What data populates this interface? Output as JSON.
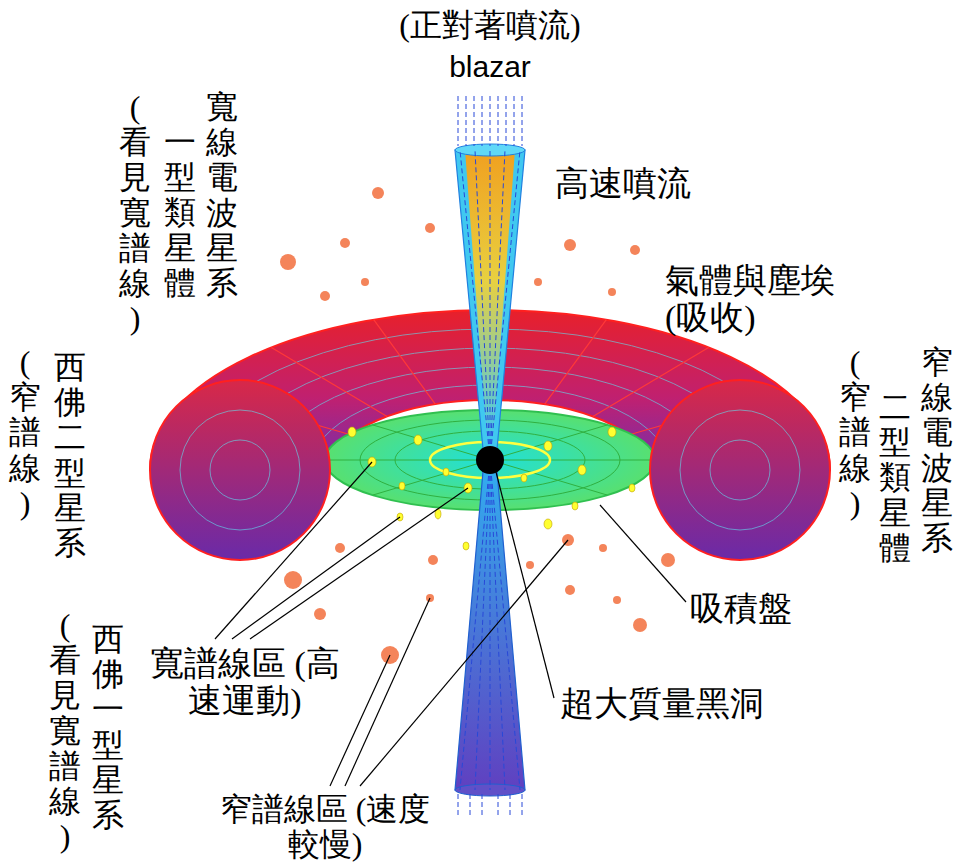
{
  "diagram": {
    "labels": [
      "(正對著噴流)",
      "blazar",
      "寬線電波星系",
      "一型類星體",
      "(看見寬譜線)",
      "高速噴流",
      "氣體與塵埃 (吸收)",
      "西佛二型星系",
      "(窄譜線)",
      "窄線電波星系",
      "二型類星體",
      "(窄譜線)",
      "吸積盤",
      "寬譜線區 (高速運動)",
      "超大質量黑洞",
      "西佛一型星系",
      "(看見寬譜線)",
      "窄譜線區 (速度較慢)"
    ]
  }
}
